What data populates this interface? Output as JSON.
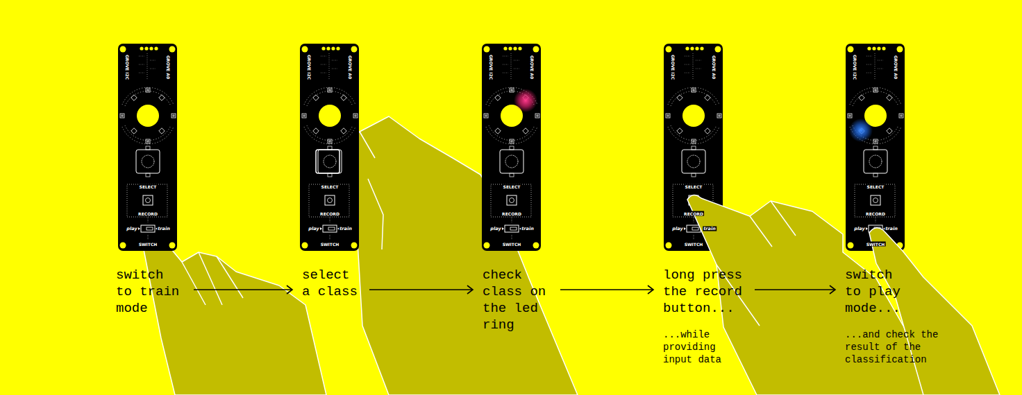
{
  "diagram": {
    "nodes": [
      {
        "text": [
          "switch to train mode"
        ]
      },
      {
        "text": [
          "select a class"
        ]
      },
      {
        "text": [
          "check class on the led ring"
        ]
      },
      {
        "text": [
          "long press the record button...",
          "...while providing input data"
        ]
      },
      {
        "text": [
          "switch to play mode...",
          "...and check the result of the classification"
        ]
      }
    ],
    "edges": [
      {
        "from": 0,
        "to": 1,
        "arrow": "to"
      },
      {
        "from": 1,
        "to": 2,
        "arrow": "to"
      },
      {
        "from": 2,
        "to": 3,
        "arrow": "to"
      },
      {
        "from": 3,
        "to": 4,
        "arrow": "to"
      }
    ],
    "labels": [
      "GROVE I2C",
      "GROVE A0",
      "SELECT",
      "RECORD",
      "play",
      "train",
      "SWITCH",
      "GROVE I2C",
      "GROVE A0",
      "SELECT",
      "RECORD",
      "play",
      "train",
      "SWITCH",
      "GROVE I2C",
      "GROVE A0",
      "SELECT",
      "RECORD",
      "play",
      "train",
      "SWITCH",
      "GROVE I2C",
      "GROVE A0",
      "SELECT",
      "RECORD",
      "play",
      "train",
      "SWITCH",
      "GROVE I2C",
      "GROVE A0",
      "SELECT",
      "RECORD",
      "play",
      "train",
      "SWITCH"
    ]
  }
}
